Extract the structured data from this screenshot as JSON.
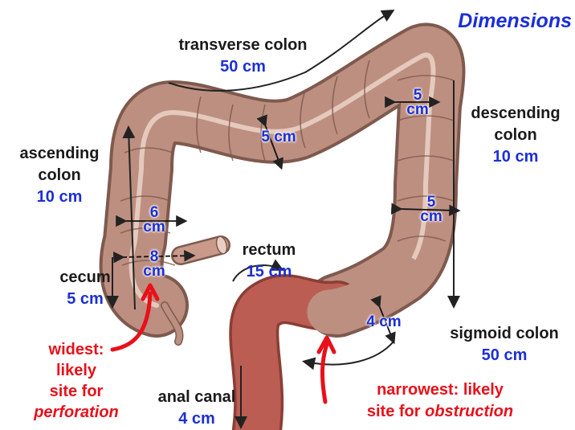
{
  "title": "Dimensions",
  "segments": {
    "transverse": {
      "name": "transverse colon",
      "length": "50 cm"
    },
    "ascending": {
      "name_line1": "ascending",
      "name_line2": "colon",
      "length": "10 cm"
    },
    "descending": {
      "name_line1": "descending",
      "name_line2": "colon",
      "length": "10 cm"
    },
    "cecum": {
      "name": "cecum",
      "length": "5 cm"
    },
    "rectum": {
      "name": "rectum",
      "length": "15 cm"
    },
    "sigmoid": {
      "name": "sigmoid colon",
      "length": "50 cm"
    },
    "anal_canal": {
      "name": "anal canal",
      "length": "4 cm"
    }
  },
  "diameters": {
    "transverse": "5 cm",
    "descending_upper": {
      "num": "5",
      "unit": "cm"
    },
    "descending_lower": {
      "num": "5",
      "unit": "cm"
    },
    "ascending": {
      "num": "6",
      "unit": "cm"
    },
    "cecum": {
      "num": "8",
      "unit": "cm"
    },
    "sigmoid": "4 cm"
  },
  "notes": {
    "widest": {
      "line1": "widest:",
      "line2": "likely",
      "line3": "site for",
      "line4": "perforation"
    },
    "narrowest": {
      "line1": "narrowest: likely",
      "line2_prefix": "site for ",
      "line2_italic": "obstruction"
    }
  },
  "colors": {
    "label_blue": "#1c2fd6",
    "note_red": "#e8101a",
    "colon_tan": "#b8897a",
    "rectum_red": "#b8584e"
  }
}
